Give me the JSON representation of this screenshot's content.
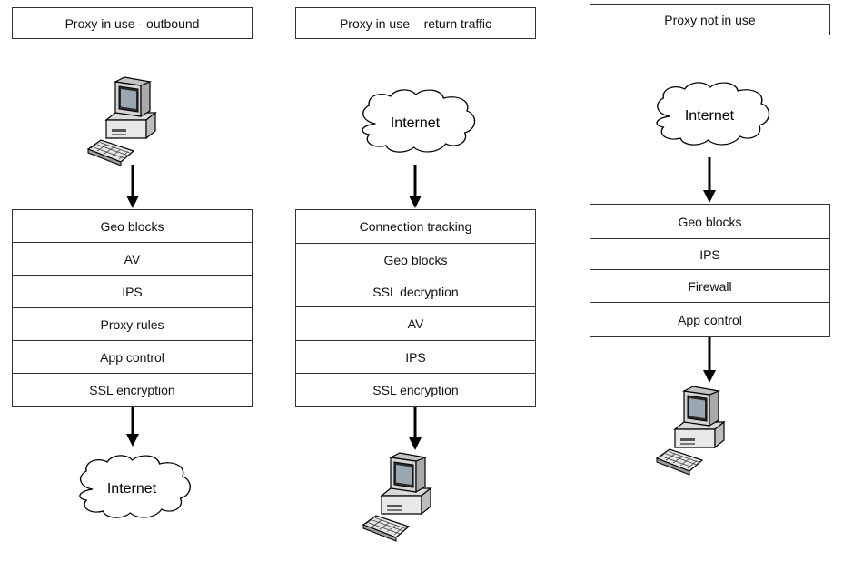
{
  "columns": [
    {
      "title": "Proxy in use - outbound",
      "source": "computer",
      "destination": "cloud",
      "cloud_label": "Internet",
      "layers": [
        "Geo blocks",
        "AV",
        "IPS",
        "Proxy rules",
        "App control",
        "SSL encryption"
      ]
    },
    {
      "title": "Proxy in use – return traffic",
      "source": "cloud",
      "destination": "computer",
      "cloud_label": "Internet",
      "layers": [
        "Connection tracking",
        "Geo blocks",
        "SSL decryption",
        "AV",
        "IPS",
        "SSL encryption"
      ]
    },
    {
      "title": "Proxy not in use",
      "source": "cloud",
      "destination": "computer",
      "cloud_label": "Internet",
      "layers": [
        "Geo blocks",
        "IPS",
        "Firewall",
        "App control"
      ]
    }
  ]
}
